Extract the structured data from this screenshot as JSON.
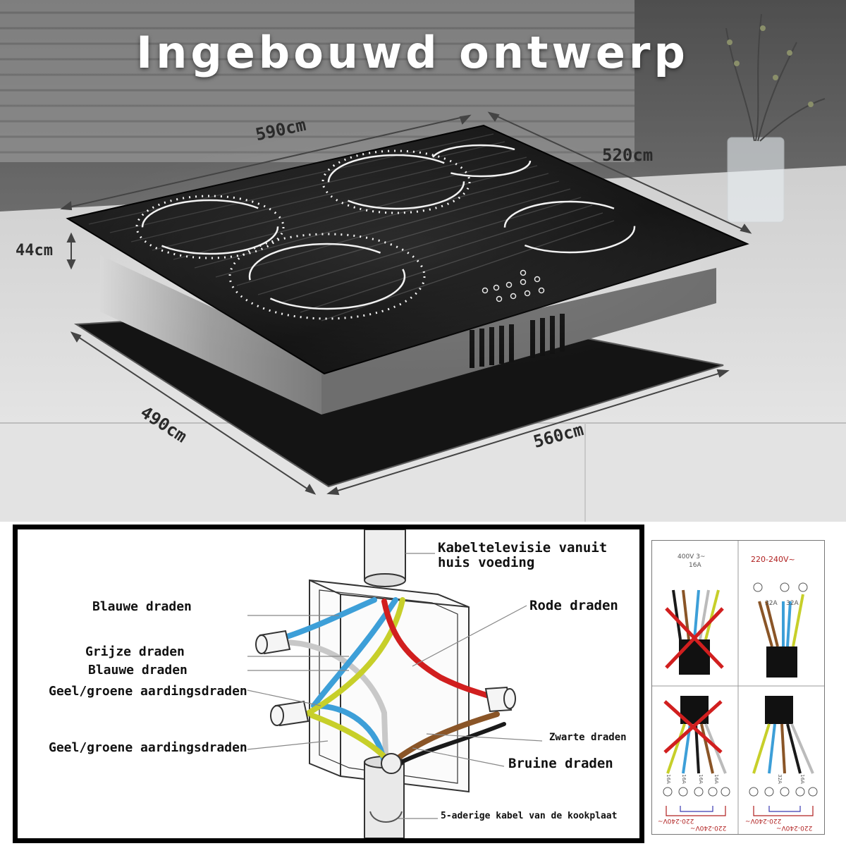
{
  "title": "Ingebouwd ontwerp",
  "dimensions": {
    "top_width": "590cm",
    "top_depth": "520cm",
    "height": "44cm",
    "cutout_depth": "490cm",
    "cutout_width": "560cm"
  },
  "wiring": {
    "supply_cable": "Kabeltelevisie vanuit huis voeding",
    "blue_wires_1": "Blauwe draden",
    "grey_wires": "Grijze draden",
    "blue_wires_2": "Blauwe draden",
    "earth_wires_1": "Geel/groene aardingsdraden",
    "earth_wires_2": "Geel/groene aardingsdraden",
    "red_wires": "Rode draden",
    "black_wires": "Zwarte draden",
    "brown_wires": "Bruine draden",
    "hob_cable": "5-aderige kabel van de kookplaat"
  },
  "connection_panels": {
    "tl_line1": "400V 3~",
    "tl_line2": "16A",
    "tr_voltage": "220-240V~",
    "tr_fuse_a": "32A",
    "tr_fuse_b": "32A",
    "br_fuse_a": "32A",
    "br_fuse_b": "16A",
    "bl_fuse_a": "16A",
    "bl_fuse_b": "16A",
    "bl_fuse_c": "16A",
    "bl_fuse_d": "16A",
    "bottom_voltage_1": "220-240V~",
    "bottom_voltage_2": "220-240V~",
    "bottom_voltage_3": "220-240V~",
    "bottom_voltage_4": "220-240V~"
  },
  "colors": {
    "blue_wire": "#3d9fd8",
    "grey_wire": "#c8c8c8",
    "earth_wire": "#c7cf2a",
    "red_wire": "#d11f1f",
    "brown_wire": "#8a5527",
    "black_wire": "#1a1a1a",
    "glass": "#161616"
  }
}
